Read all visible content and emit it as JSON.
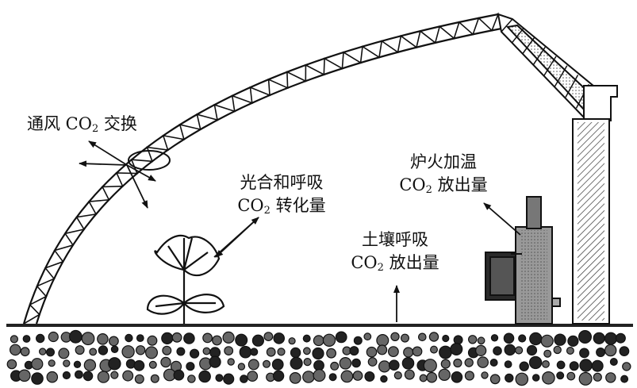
{
  "labels": {
    "ventilation": {
      "pre": "通风 CO",
      "sub": "2",
      "post": " 交换"
    },
    "photosynthesis": {
      "line1": "光合和呼吸",
      "line2": {
        "pre": "CO",
        "sub": "2",
        "post": " 转化量"
      }
    },
    "stove": {
      "line1": "炉火加温",
      "line2": {
        "pre": "CO",
        "sub": "2",
        "post": " 放出量"
      }
    },
    "soil": {
      "line1": "土壤呼吸",
      "line2": {
        "pre": "CO",
        "sub": "2",
        "post": " 放出量"
      }
    }
  }
}
